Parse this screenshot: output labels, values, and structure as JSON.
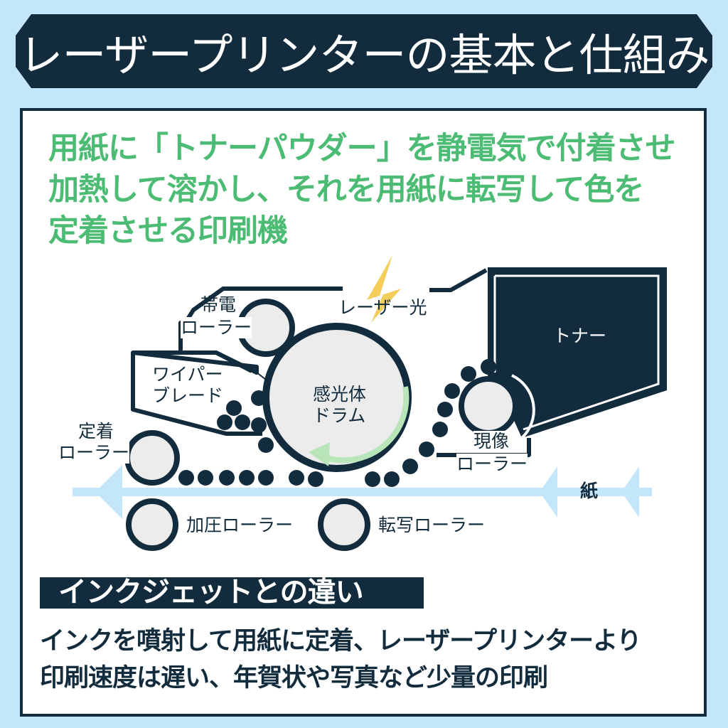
{
  "header": {
    "title": "レーザープリンターの基本と仕組み"
  },
  "lead": {
    "lines": [
      "用紙に「トナーパウダー」を静電気で付着させ",
      "加熱して溶かし、それを用紙に転写して色を",
      "定着させる印刷機"
    ]
  },
  "diagram": {
    "labels": {
      "charging_roller": [
        "帯電",
        "ローラー"
      ],
      "laser_light": "レーザー光",
      "wiper_blade": [
        "ワイパー",
        "ブレード"
      ],
      "photo_drum": [
        "感光体",
        "ドラム"
      ],
      "toner": "トナー",
      "fixing_roller": [
        "定着",
        "ローラー"
      ],
      "developing_roller": [
        "現像",
        "ローラー"
      ],
      "paper": "紙",
      "pressure_roller": "加圧ローラー",
      "transfer_roller": "転写ローラー"
    },
    "icons": {
      "laser": "lightning-bolt",
      "rotation": "counterclockwise-arrow",
      "paper_flow": "left-arrows"
    },
    "colors": {
      "navy": "#122c3d",
      "roller_fill": "#ececec",
      "paper_line": "#c4e6fb",
      "laser": "#f5cd5a",
      "rotation_arrow": "#b9e6b9"
    }
  },
  "comparison": {
    "heading": "インクジェットとの違い",
    "body": [
      "インクを噴射して用紙に定着、レーザープリンターより",
      "印刷速度は遅い、年賀状や写真など少量の印刷"
    ]
  },
  "colors": {
    "background": "#c4e6fb",
    "navy": "#122c3d",
    "green": "#4cbc74",
    "white": "#ffffff"
  }
}
